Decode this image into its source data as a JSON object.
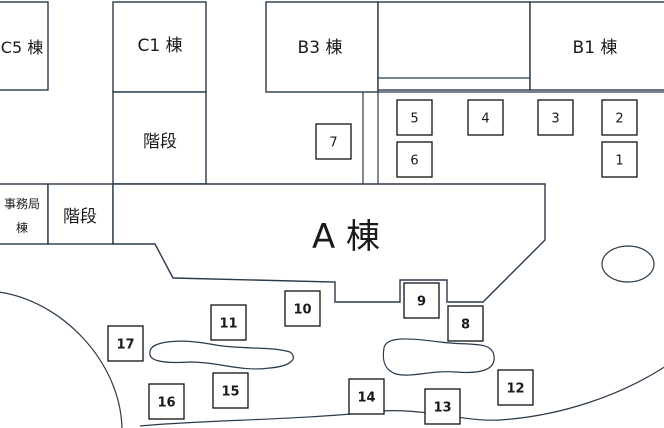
{
  "buildings": {
    "c5": "C5 棟",
    "c1": "C1 棟",
    "b3": "B3 棟",
    "b1": "B1 棟",
    "stairs_upper": "階段",
    "office_line1": "事務局",
    "office_line2": "棟",
    "stairs_lower": "階段",
    "a": "A 棟"
  },
  "spots": [
    "1",
    "2",
    "3",
    "4",
    "5",
    "6",
    "7",
    "8",
    "9",
    "10",
    "11",
    "12",
    "13",
    "14",
    "15",
    "16",
    "17"
  ]
}
